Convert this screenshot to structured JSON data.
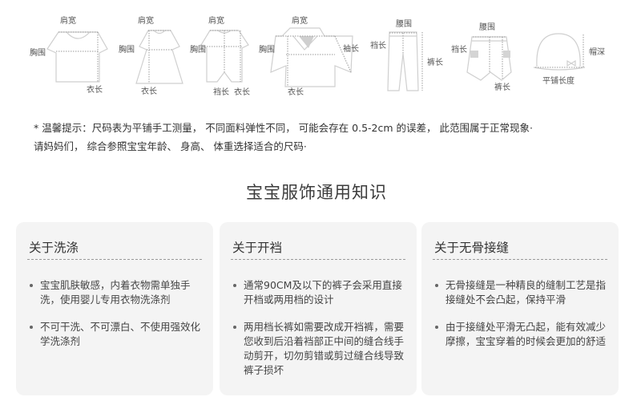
{
  "size_diagrams": [
    {
      "garment": "short-sleeve-top",
      "labels": [
        "肩宽",
        "胸围",
        "衣长"
      ]
    },
    {
      "garment": "dress",
      "labels": [
        "肩宽",
        "胸围",
        "衣长"
      ]
    },
    {
      "garment": "romper",
      "labels": [
        "肩宽",
        "胸围",
        "裆长",
        "衣长"
      ]
    },
    {
      "garment": "jacket",
      "labels": [
        "肩宽",
        "胸围",
        "袖长",
        "衣长"
      ]
    },
    {
      "garment": "long-pants",
      "labels": [
        "腰围",
        "裆长",
        "裤长"
      ]
    },
    {
      "garment": "shorts",
      "labels": [
        "腰围",
        "裆长",
        "裤长"
      ]
    },
    {
      "garment": "hat",
      "labels": [
        "帽深",
        "平铺长度"
      ]
    }
  ],
  "notice": {
    "line1": "* 温馨提示：尺码表为平铺手工测量， 不同面料弹性不同， 可能会存在 0.5-2cm 的误差， 此范围属于正常现象·",
    "line2": "请妈妈们， 综合参照宝宝年龄、 身高、 体重选择适合的尺码·"
  },
  "section_title": "宝宝服饰通用知识",
  "cards": [
    {
      "title": "关于洗涤",
      "items": [
        "宝宝肌肤敏感，内着衣物需单独手洗，使用婴儿专用衣物洗涤剂",
        "不可干洗、不可漂白、不使用强效化学洗涤剂"
      ]
    },
    {
      "title": "关于开裆",
      "items": [
        "通常90CM及以下的裤子会采用直接开档或两用档的设计",
        "两用档长裤如需要改成开裆裤，需要您收到后沿着裆部正中间的缝合线手动剪开，切勿剪错或剪过缝合线导致裤子损坏"
      ]
    },
    {
      "title": "关于无骨接缝",
      "items": [
        "无骨接缝是一种精良的缝制工艺是指接缝处不会凸起，保持平滑",
        "由于接缝处平滑无凸起，能有效减少摩擦，宝宝穿着的时候会更加的舒适"
      ]
    }
  ],
  "colors": {
    "card_bg": "#f4f4f4",
    "outline": "#cfcfcf",
    "measure_dots": "#999999",
    "text": "#444444"
  }
}
